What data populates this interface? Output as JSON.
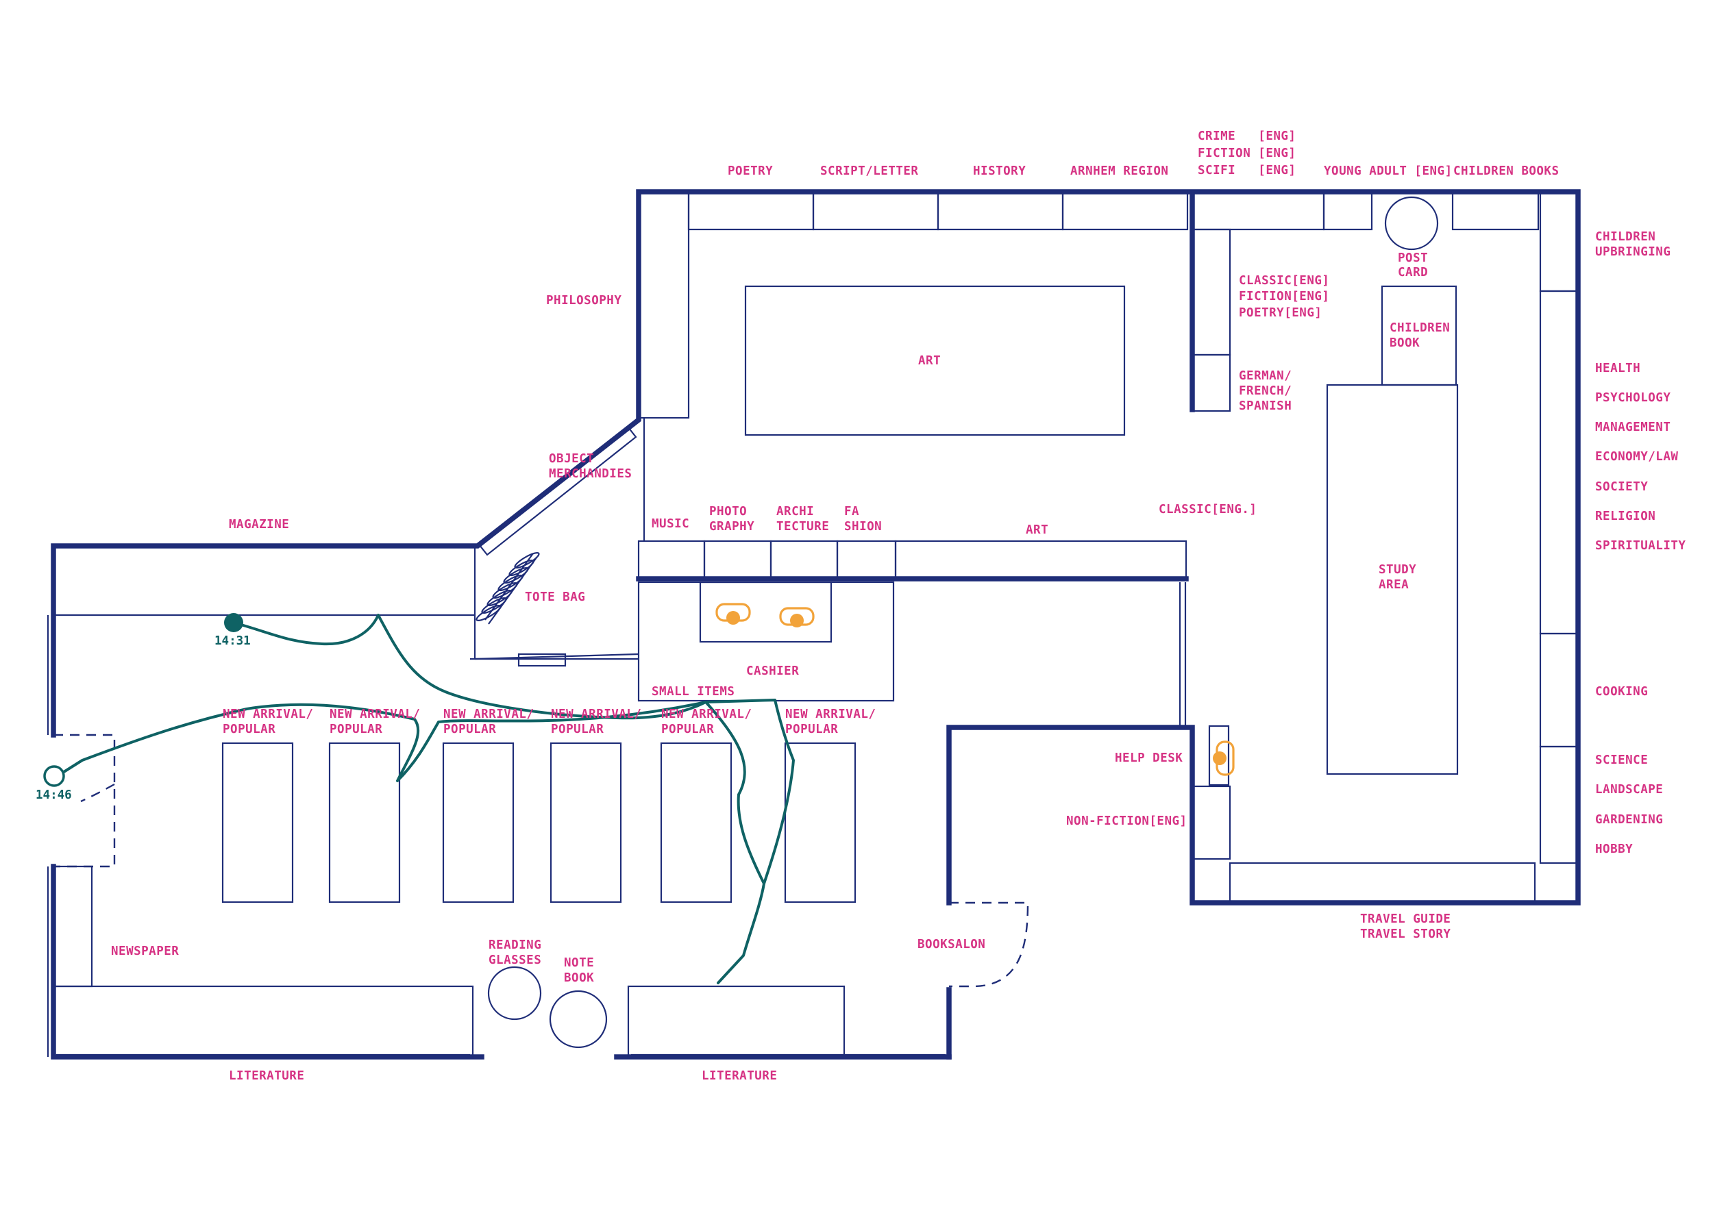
{
  "colors": {
    "wall": "#1f2d78",
    "label": "#d63384",
    "route": "#0f6264",
    "seating": "#f2a33a",
    "background": "#ffffff"
  },
  "labels": {
    "poetry": "POETRY",
    "script_letter": "SCRIPT/LETTER",
    "history": "HISTORY",
    "arnhem_region": "ARNHEM REGION",
    "crime": "CRIME   [ENG]",
    "fiction": "FICTION [ENG]",
    "scifi": "SCIFI   [ENG]",
    "young_adult": "YOUNG ADULT [ENG]",
    "children_books": "CHILDREN BOOKS",
    "children_upbringing_1": "CHILDREN",
    "children_upbringing_2": "UPBRINGING",
    "post_card_1": "POST",
    "post_card_2": "CARD",
    "classic_eng": "CLASSIC[ENG]",
    "fiction_eng": "FICTION[ENG]",
    "poetry_eng": "POETRY[ENG]",
    "children_book_1": "CHILDREN",
    "children_book_2": "BOOK",
    "german": "GERMAN/",
    "french": "FRENCH/",
    "spanish": "SPANISH",
    "philosophy": "PHILOSOPHY",
    "art_table": "ART",
    "health": "HEALTH",
    "psychology": "PSYCHOLOGY",
    "management": "MANAGEMENT",
    "economy_law": "ECONOMY/LAW",
    "society": "SOCIETY",
    "religion": "RELIGION",
    "spirituality": "SPIRITUALITY",
    "object_1": "OBJECT",
    "object_2": "MERCHANDIES",
    "magazine": "MAGAZINE",
    "music": "MUSIC",
    "photo_1": "PHOTO",
    "photo_2": "GRAPHY",
    "archi_1": "ARCHI",
    "archi_2": "TECTURE",
    "fashion_1": "FA",
    "fashion_2": "SHION",
    "art_shelf": "ART",
    "classic_eng_dot": "CLASSIC[ENG.]",
    "study_1": "STUDY",
    "study_2": "AREA",
    "tote_bag": "TOTE BAG",
    "cashier": "CASHIER",
    "small_items": "SMALL ITEMS",
    "new_arrival": "NEW ARRIVAL/",
    "popular": "POPULAR",
    "cooking": "COOKING",
    "help_desk": "HELP DESK",
    "science": "SCIENCE",
    "landscape": "LANDSCAPE",
    "non_fiction": "NON-FICTION[ENG]",
    "gardening": "GARDENING",
    "hobby": "HOBBY",
    "travel_guide": "TRAVEL GUIDE",
    "travel_story": "TRAVEL STORY",
    "newspaper": "NEWSPAPER",
    "reading_1": "READING",
    "reading_2": "GLASSES",
    "note_1": "NOTE",
    "note_2": "BOOK",
    "booksalon": "BOOKSALON",
    "literature_left": "LITERATURE",
    "literature_right": "LITERATURE"
  },
  "route": {
    "start_time": "14:31",
    "end_time": "14:46"
  }
}
